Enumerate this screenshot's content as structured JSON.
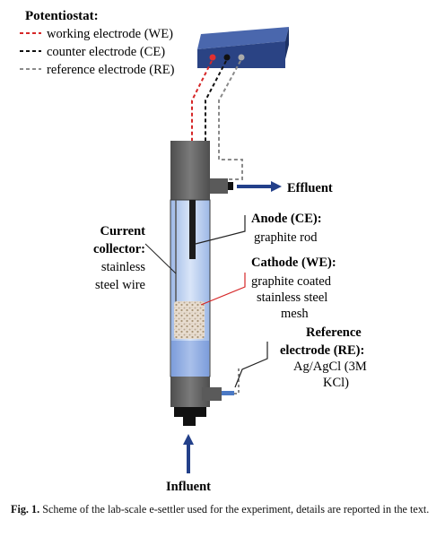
{
  "legend": {
    "title": "Potentiostat:",
    "items": [
      {
        "label": "working electrode (WE)",
        "color": "#d62728"
      },
      {
        "label": "counter electrode (CE)",
        "color": "#111111"
      },
      {
        "label": "reference electrode (RE)",
        "color": "#8a8a8a"
      }
    ]
  },
  "outlets": {
    "effluent": "Effluent",
    "influent": "Influent"
  },
  "labels": {
    "current_collector": [
      "Current",
      "collector:",
      "stainless",
      "steel wire"
    ],
    "anode": [
      "Anode (CE):",
      "graphite rod"
    ],
    "cathode": [
      "Cathode (WE):",
      "graphite coated",
      "stainless steel",
      "mesh"
    ],
    "reference": [
      "Reference",
      "electrode (RE):",
      "Ag/AgCl (3M",
      "KCl)"
    ]
  },
  "caption": {
    "fig_label": "Fig. 1.",
    "text": "Scheme of the lab-scale e-settler used for the experiment, details are reported in the text."
  },
  "colors": {
    "potentiostat_box": "#2a4384",
    "column_liquid": "#c5d6f2",
    "cap": "#6b6b6b",
    "arrow": "#23408a"
  }
}
